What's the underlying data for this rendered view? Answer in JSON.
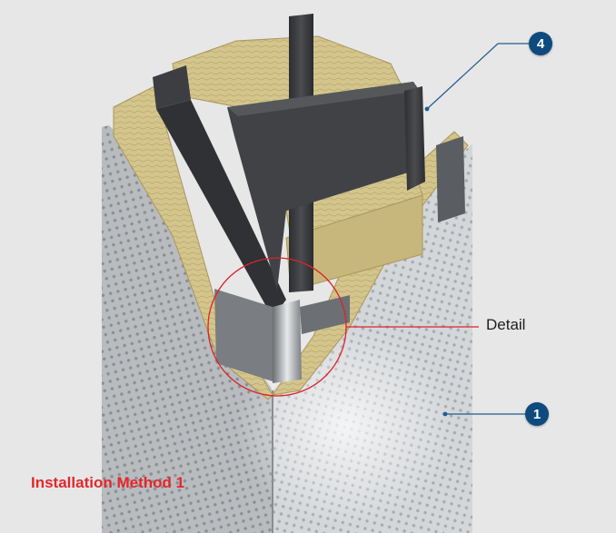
{
  "callouts": [
    {
      "number": "4"
    },
    {
      "number": "1"
    }
  ],
  "detail_label": "Detail",
  "caption": "Installation Method 1",
  "colors": {
    "background": "#e7e7e7",
    "callout_badge": "#0f4a7e",
    "callout_line": "#1f5d94",
    "detail_circle": "#d9232d",
    "caption_text": "#e3262c",
    "steel": "#3a3c40",
    "mineral_wool": "#d3c48a",
    "perforated_cladding": "#b8bbbe"
  },
  "icons": {
    "section": "steel-column-fire-protection-cutaway"
  }
}
